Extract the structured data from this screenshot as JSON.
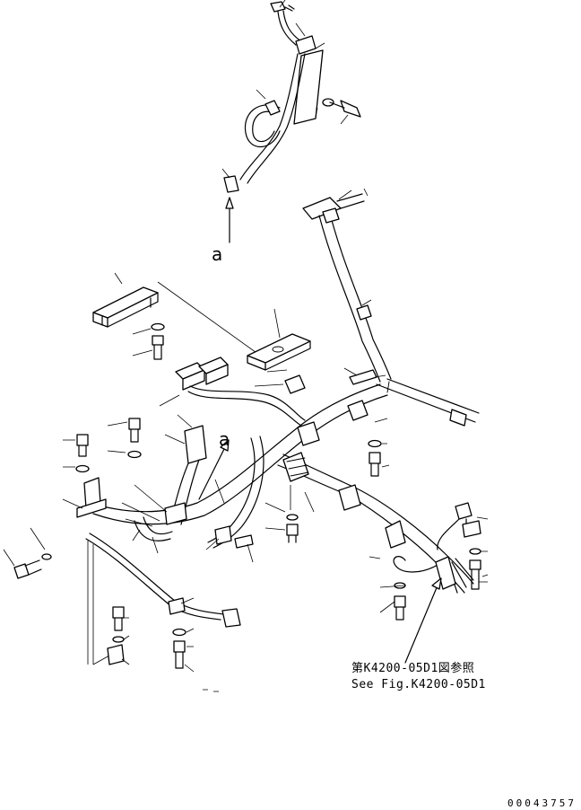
{
  "view_markers": {
    "top": "a",
    "middle": "a"
  },
  "reference_note": {
    "line_jp": "第K4200-05D1図参照",
    "line_en": "See Fig.K4200-05D1"
  },
  "document_number": "00043757",
  "colors": {
    "ink": "#000000",
    "paper": "#ffffff"
  }
}
